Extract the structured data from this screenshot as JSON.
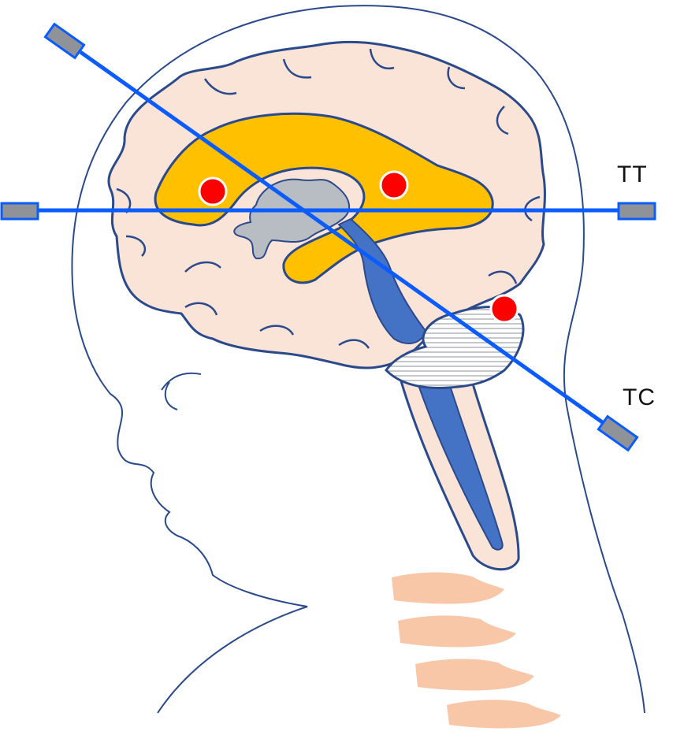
{
  "labels": {
    "tt": "TT",
    "tc": "TC"
  },
  "colors": {
    "outline": "#2b4a8c",
    "brain_fill": "#fae3d7",
    "ventricle_fill": "#ffc000",
    "third_ventricle_fill": "#b8bcc3",
    "brainstem_canal": "#4472c4",
    "probe_line": "#0a5cff",
    "probe_fill": "#8f9398",
    "marker": "#ff0000",
    "vertebra": "#f7c7a8"
  },
  "icons": {
    "marker": "red-dot",
    "probe": "transducer-rectangle"
  }
}
